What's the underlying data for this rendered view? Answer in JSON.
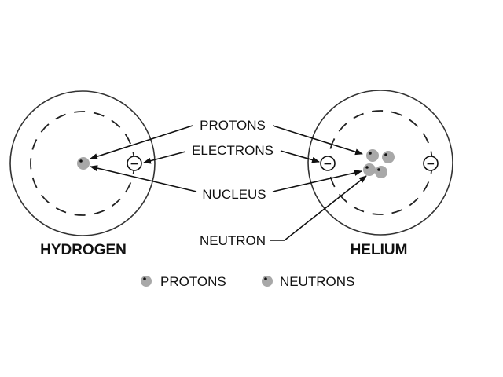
{
  "atoms": {
    "left": {
      "name": "HYDROGEN"
    },
    "right": {
      "name": "HELIUM"
    }
  },
  "labels": {
    "protons": "PROTONS",
    "electrons": "ELECTRONS",
    "nucleus": "NUCLEUS",
    "neutron": "NEUTRON"
  },
  "legend": {
    "protons": "PROTONS",
    "neutrons": "NEUTRONS"
  },
  "symbols": {
    "electron": "−"
  },
  "colors": {
    "particle": "#a8a8a8",
    "ink": "#111111",
    "background": "#ffffff"
  }
}
